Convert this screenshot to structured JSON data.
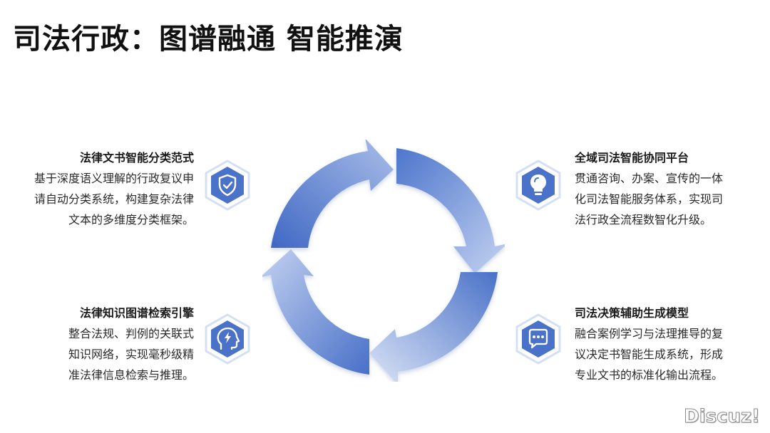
{
  "title": "司法行政：图谱融通 智能推演",
  "features": [
    {
      "id": "top-left",
      "title": "法律文书智能分类范式",
      "lines": [
        "基于深度语义理解的行政复议申",
        "请自动分类系统，构建复杂法律",
        "文本的多维度分类框架。"
      ],
      "icon": "shield-check-icon"
    },
    {
      "id": "bottom-left",
      "title": "法律知识图谱检索引擎",
      "lines": [
        "整合法规、判例的关联式",
        "知识网络，实现毫秒级精",
        "准法律信息检索与推理。"
      ],
      "icon": "lightning-head-icon"
    },
    {
      "id": "top-right",
      "title": "全域司法智能协同平台",
      "lines": [
        "贯通咨询、办案、宣传的一体",
        "化司法智能服务体系，实现司",
        "法行政全流程数智化升级。"
      ],
      "icon": "lightbulb-icon"
    },
    {
      "id": "bottom-right",
      "title": "司法决策辅助生成模型",
      "lines": [
        "融合案例学习与法理推导的复",
        "议决定书智能生成系统，形成",
        "专业文书的标准化输出流程。"
      ],
      "icon": "chat-bubble-icon"
    }
  ],
  "colors": {
    "accent": "#4a72c8",
    "accent_light": "#c5d3f1",
    "hex_border": "#d5dff3"
  },
  "watermark": "Discuz!"
}
